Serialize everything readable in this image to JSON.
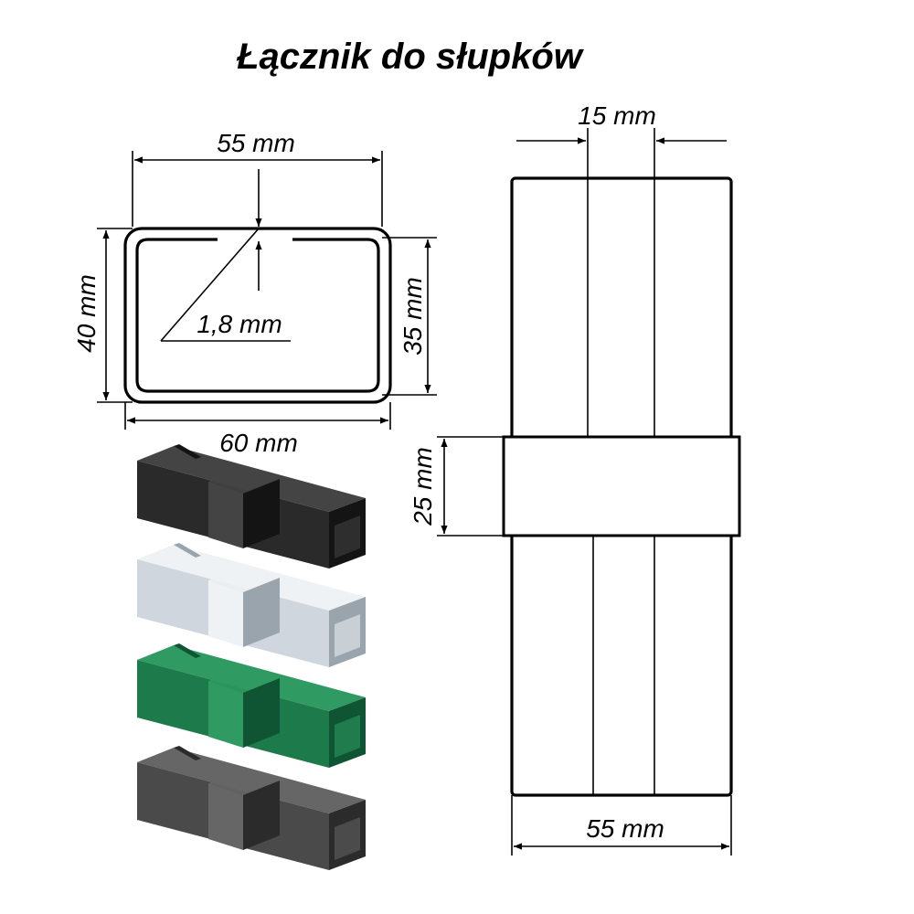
{
  "title": "Łącznik do słupków",
  "section": {
    "width_label": "55 mm",
    "inner_height_label": "40 mm",
    "outer_height_label": "35 mm",
    "thickness_label": "1,8 mm",
    "bottom_width_label": "60 mm"
  },
  "side_view": {
    "gap_label": "15 mm",
    "sleeve_label": "25 mm",
    "width_label": "55 mm"
  },
  "products": [
    {
      "color": "#2a2a2a",
      "shade": "#141414",
      "light": "#444444"
    },
    {
      "color": "#cfd6dd",
      "shade": "#9aa4ad",
      "light": "#eef2f5"
    },
    {
      "color": "#1d7a4a",
      "shade": "#0f5533",
      "light": "#2f9a62"
    },
    {
      "color": "#4a4a4a",
      "shade": "#2b2b2b",
      "light": "#666666"
    }
  ]
}
